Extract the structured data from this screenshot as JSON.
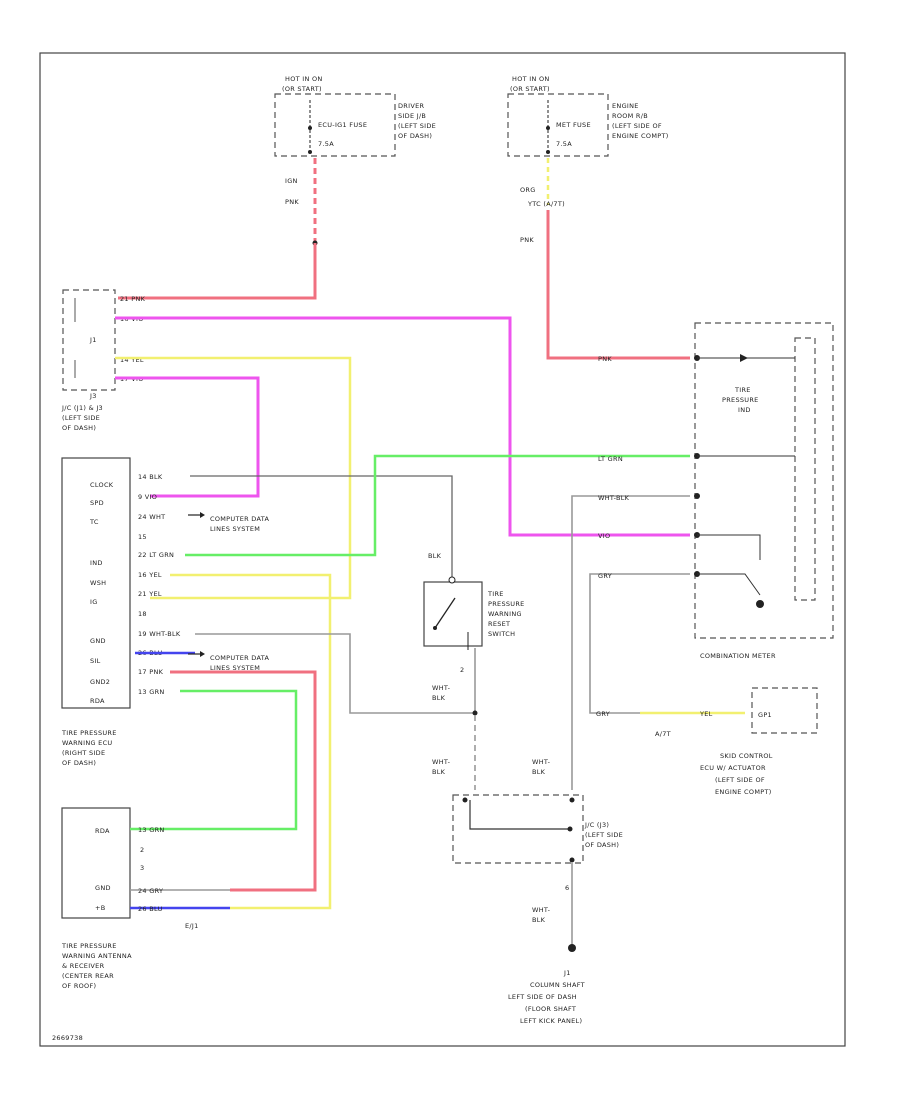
{
  "blocks": {
    "fuse1": {
      "hot": "HOT IN ON",
      "sub": "(OR START)",
      "fuse": "ECU-IG1 FUSE",
      "amps": "7.5A",
      "loc1": "DRIVER",
      "loc2": "SIDE J/B",
      "loc3": "(LEFT SIDE",
      "loc4": "OF DASH)"
    },
    "fuse2": {
      "hot": "HOT IN ON",
      "sub": "(OR START)",
      "fuse": "MET FUSE",
      "amps": "7.5A",
      "loc1": "ENGINE",
      "loc2": "ROOM R/B",
      "loc3": "(LEFT SIDE OF",
      "loc4": "ENGINE COMPT)"
    },
    "jc": {
      "label1": "J/C (J1) & J3",
      "label2": "(LEFT SIDE",
      "label3": "OF DASH)",
      "j1": "J1",
      "j3": "J3",
      "pins": [
        "21 PNK",
        "16 VIO",
        "14 YEL",
        "17 VIO"
      ]
    },
    "ecu": {
      "pins": [
        "CLOCK",
        "SPD",
        "TC",
        "",
        "IND",
        "WSH",
        "IG",
        "",
        "GND",
        "SIL",
        "GND2",
        "RDA"
      ],
      "wires": [
        "14 BLK",
        "9 VIO",
        "24 WHT",
        "15",
        "22 LT GRN",
        "16 YEL",
        "21 YEL",
        "18",
        "19 WHT-BLK",
        "26 BLU",
        "17 PNK",
        "13 GRN"
      ],
      "label1": "TIRE PRESSURE",
      "label2": "WARNING ECU",
      "label3": "(RIGHT SIDE",
      "label4": "OF DASH)",
      "cds1": "COMPUTER DATA",
      "cds1b": "LINES SYSTEM",
      "cds2": "COMPUTER DATA",
      "cds2b": "LINES SYSTEM"
    },
    "switch": {
      "wire_top": "BLK",
      "label1": "TIRE",
      "label2": "PRESSURE",
      "label3": "WARNING",
      "label4": "RESET",
      "label5": "SWITCH",
      "pin": "2"
    },
    "meter": {
      "ind1": "TIRE",
      "ind2": "PRESSURE",
      "ind3": "IND",
      "label": "COMBINATION METER",
      "pins": [
        "PNK",
        "LT GRN",
        "WHT-BLK",
        "VIO",
        "GRY"
      ]
    },
    "skid": {
      "l1": "SKID CONTROL",
      "l2": "ECU W/ ACTUATOR",
      "l3": "(LEFT SIDE OF",
      "l4": "ENGINE COMPT)",
      "conn": "A/7T",
      "wire": "GRY",
      "wire2": "YEL"
    },
    "antenna": {
      "pins": [
        "RDA",
        "2",
        "3",
        "GND",
        "+B"
      ],
      "wires": [
        "13 GRN",
        "24 GRY",
        "26 BLU"
      ],
      "label1": "TIRE PRESSURE",
      "label2": "WARNING ANTENNA",
      "label3": "& RECEIVER",
      "label4": "(CENTER REAR",
      "label5": "OF ROOF)",
      "conn": "E/J1"
    },
    "jc2": {
      "label1": "J/C (J3)",
      "label2": "(LEFT SIDE",
      "label3": "OF DASH)"
    },
    "ground": {
      "label1": "J1",
      "label2": "COLUMN SHAFT",
      "label3": "LEFT SIDE OF DASH",
      "label4": "(FLOOR SHAFT",
      "label5": "LEFT KICK PANEL)"
    },
    "wires": {
      "ign": "IGN",
      "pnk": "PNK",
      "org": "ORG",
      "ytc": "YTC (A/7T)",
      "whtblk": "WHT-BLK",
      "wht": "WHT-",
      "blk": "BLK"
    },
    "code": "2669738"
  }
}
